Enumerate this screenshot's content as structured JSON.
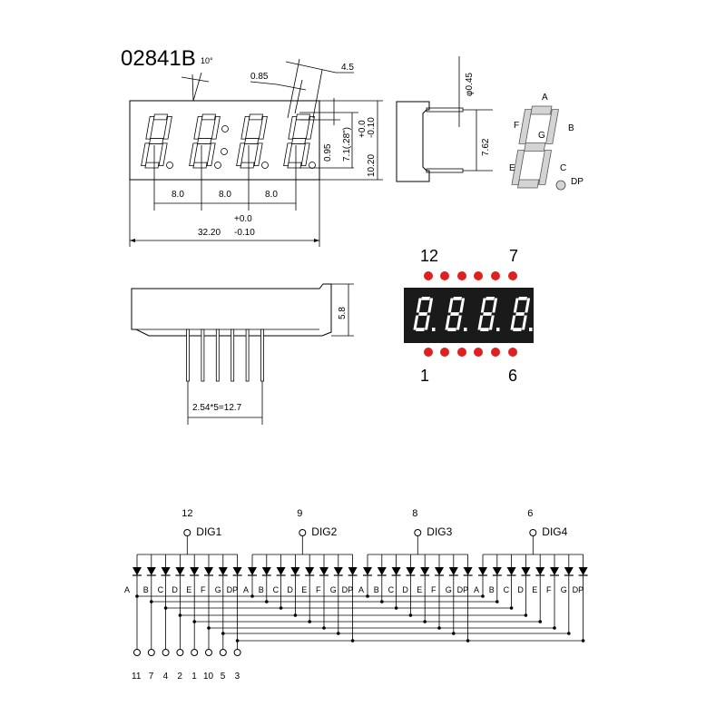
{
  "title": "02841B",
  "front_view": {
    "angle": "10°",
    "seg_width": "0.85",
    "digit_slant": "4.5",
    "pitch_labels": [
      "8.0",
      "8.0",
      "8.0"
    ],
    "length": "32.20",
    "tol_plus": "+0.0",
    "tol_minus": "-0.10",
    "seg_offset": "0.95",
    "digit_height": "7.1(.28\")",
    "height": "10.20",
    "height_tol_plus": "+0.0",
    "height_tol_minus": "-0.10"
  },
  "side_view": {
    "pin_diameter": "φ0.45",
    "row_spacing": "7.62"
  },
  "segment_diagram": {
    "labels": {
      "A": "A",
      "B": "B",
      "C": "C",
      "D": "",
      "E": "E",
      "F": "F",
      "G": "G",
      "DP": "DP"
    }
  },
  "led_photo": {
    "pin_top_left": "12",
    "pin_top_right": "7",
    "pin_bottom_left": "1",
    "pin_bottom_right": "6",
    "display_color": "#1a1a1a",
    "pin_color": "#e02020"
  },
  "bottom_view": {
    "height": "5.8",
    "pin_pitch": "2.54*5=12.7"
  },
  "schematic": {
    "digits": [
      {
        "label": "DIG1",
        "pin": "12"
      },
      {
        "label": "DIG2",
        "pin": "9"
      },
      {
        "label": "DIG3",
        "pin": "8"
      },
      {
        "label": "DIG4",
        "pin": "6"
      }
    ],
    "segments": [
      "A",
      "B",
      "C",
      "D",
      "E",
      "F",
      "G",
      "DP"
    ],
    "segment_pins": [
      "11",
      "7",
      "4",
      "2",
      "1",
      "10",
      "5",
      "3"
    ]
  }
}
